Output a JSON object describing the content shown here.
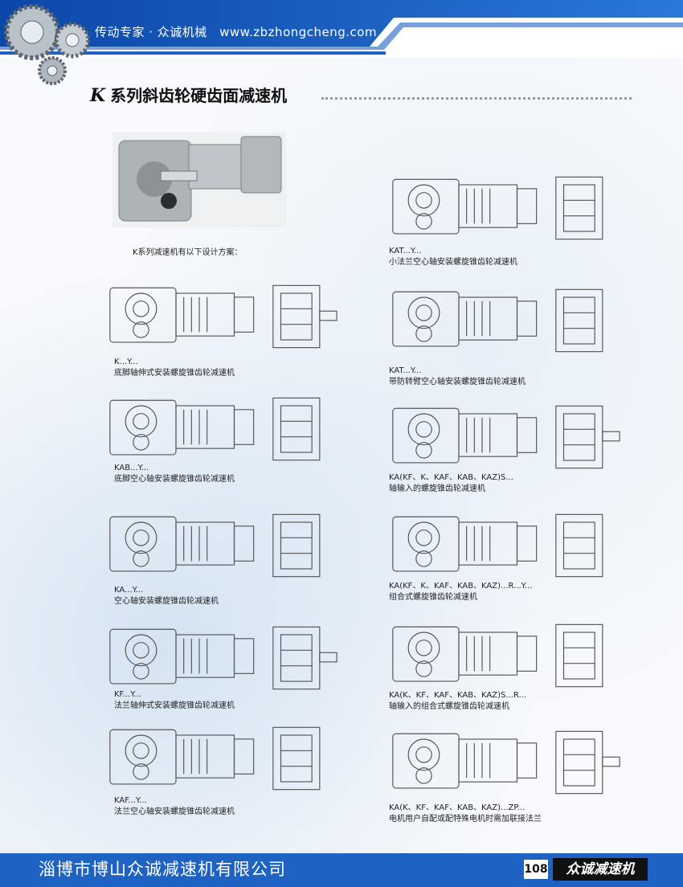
{
  "header": {
    "slogan": "传动专家 · 众诚机械",
    "url": "www.zbzhongcheng.com"
  },
  "title": {
    "letter": "K",
    "text": "系列斜齿轮硬齿面减速机"
  },
  "intro": "K系列减速机有以下设计方案：",
  "left_items": [
    {
      "code": "K...Y...",
      "desc": "底脚轴伸式安装螺旋锥齿轮减速机"
    },
    {
      "code": "KAB...Y...",
      "desc": "底脚空心轴安装螺旋锥齿轮减速机"
    },
    {
      "code": "KA...Y...",
      "desc": "空心轴安装螺旋锥齿轮减速机"
    },
    {
      "code": "KF...Y...",
      "desc": "法兰轴伸式安装螺旋锥齿轮减速机"
    },
    {
      "code": "KAF...Y...",
      "desc": "法兰空心轴安装螺旋锥齿轮减速机"
    }
  ],
  "right_items": [
    {
      "code": "KAT...Y...",
      "desc": "小法兰空心轴安装螺旋锥齿轮减速机"
    },
    {
      "code": "KAT...Y...",
      "desc": "带防转臂空心轴安装螺旋锥齿轮减速机"
    },
    {
      "code": "KA(KF、K、KAF、KAB、KAZ)S...",
      "desc": "轴输入的螺旋锥齿轮减速机"
    },
    {
      "code": "KA(KF、K、KAF、KAB、KAZ)...R...Y...",
      "desc": "组合式螺旋锥齿轮减速机"
    },
    {
      "code": "KA(K、KF、KAF、KAB、KAZ)S...R...",
      "desc": "轴输入的组合式螺旋锥齿轮减速机"
    },
    {
      "code": "KA(K、KF、KAF、KAB、KAZ)...ZP...",
      "desc": "电机用户自配或配特殊电机时需加联接法兰"
    }
  ],
  "footer": {
    "company": "淄博市博山众诚减速机有限公司",
    "page": "108",
    "brand": "众诚减速机"
  },
  "colors": {
    "primary_blue": "#1e63c4",
    "dark_blue": "#0d3f8f",
    "footer_bg": "#1e63c4"
  }
}
